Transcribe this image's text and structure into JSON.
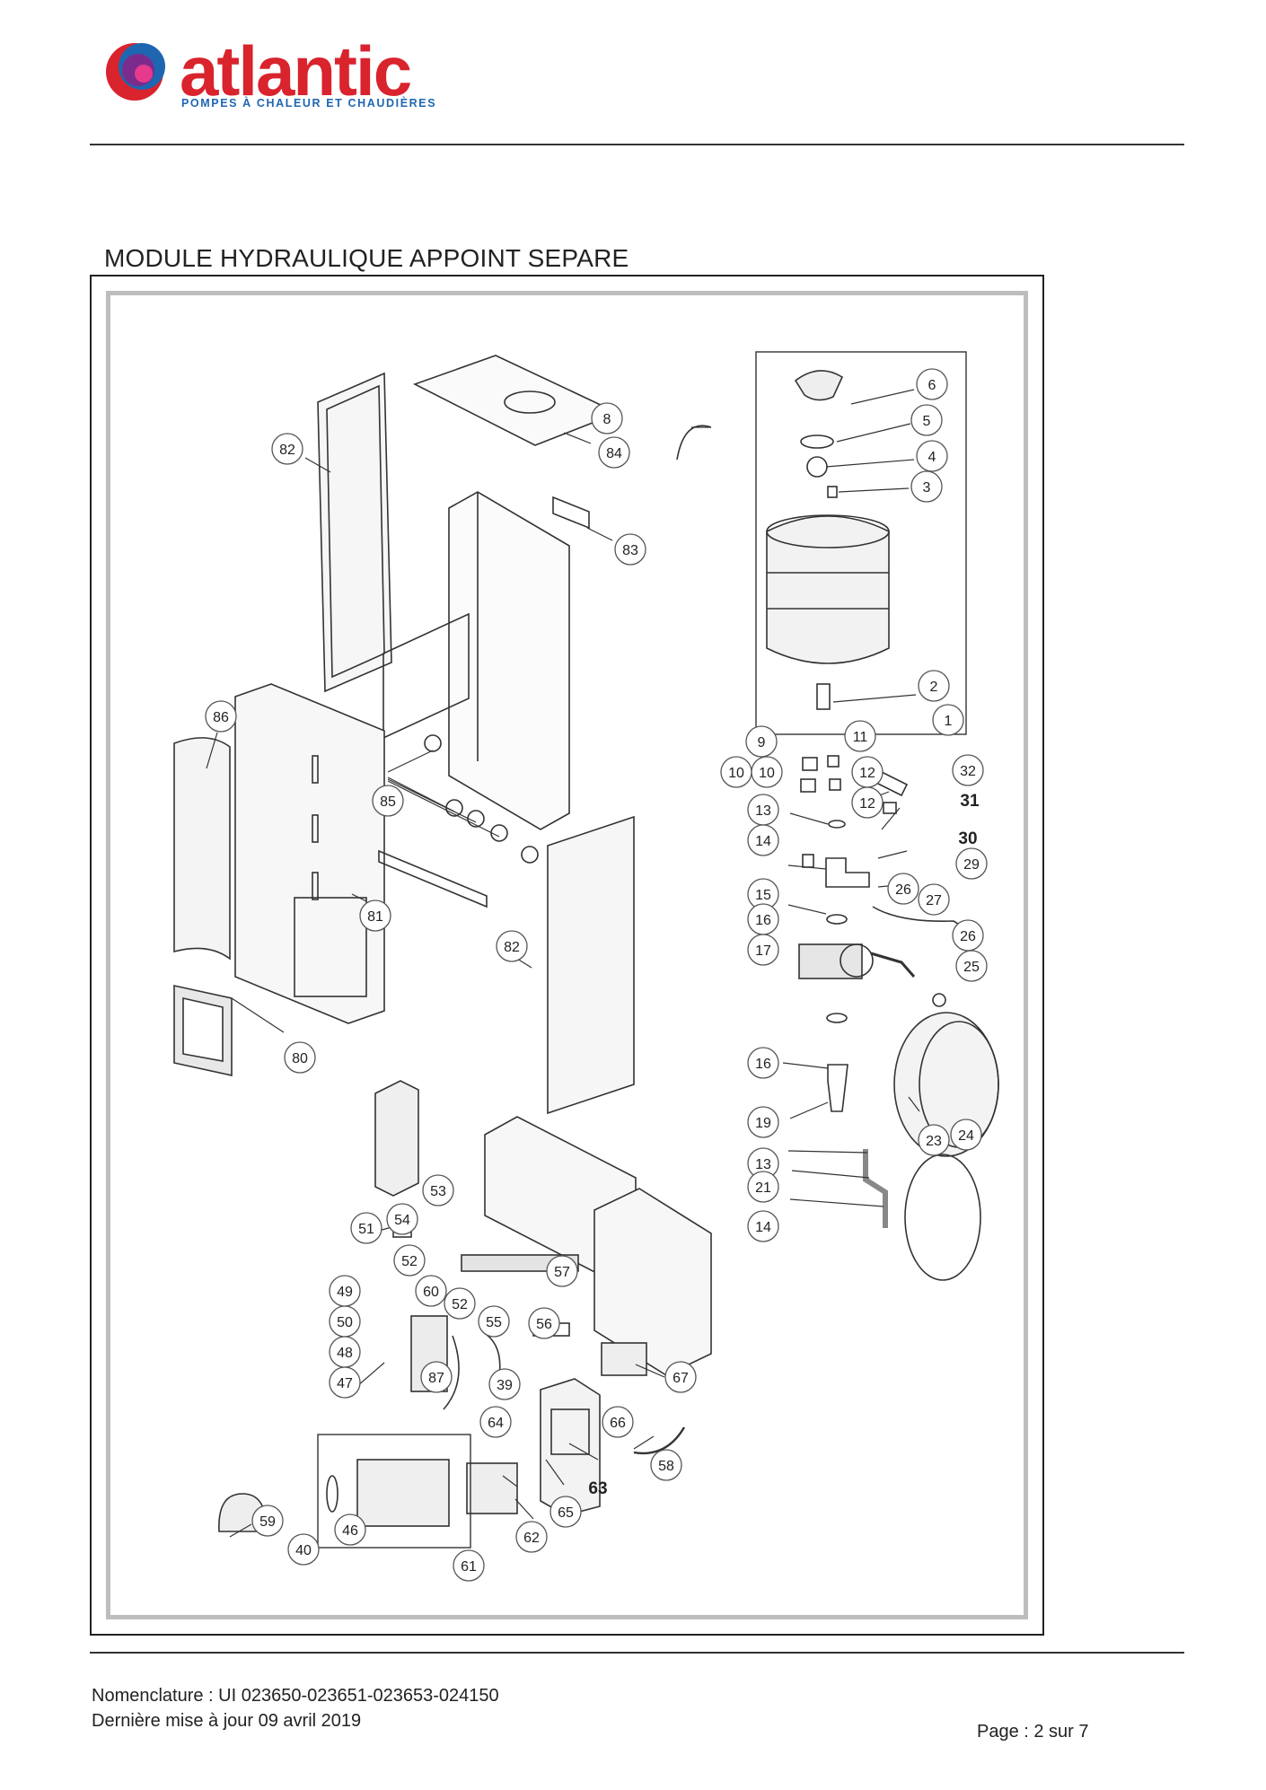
{
  "header": {
    "brand": "atlantic",
    "tagline": "POMPES À CHALEUR ET CHAUDIÈRES"
  },
  "title": "MODULE HYDRAULIQUE APPOINT SEPARE",
  "callouts": {
    "c1": "1",
    "c2": "2",
    "c3": "3",
    "c4": "4",
    "c5": "5",
    "c6": "6",
    "c8": "8",
    "c9": "9",
    "c10a": "10",
    "c10b": "10",
    "c11": "11",
    "c12a": "12",
    "c12b": "12",
    "c13a": "13",
    "c13b": "13",
    "c14a": "14",
    "c14b": "14",
    "c15": "15",
    "c16a": "16",
    "c16b": "16",
    "c17": "17",
    "c19": "19",
    "c21": "21",
    "c23": "23",
    "c24": "24",
    "c25": "25",
    "c26a": "26",
    "c26b": "26",
    "c27": "27",
    "c29": "29",
    "c30": "30",
    "c31": "31",
    "c32": "32",
    "c39": "39",
    "c40": "40",
    "c46": "46",
    "c47": "47",
    "c48": "48",
    "c49": "49",
    "c50": "50",
    "c51": "51",
    "c52a": "52",
    "c52b": "52",
    "c53": "53",
    "c54": "54",
    "c55": "55",
    "c56": "56",
    "c57": "57",
    "c58": "58",
    "c59": "59",
    "c60": "60",
    "c61": "61",
    "c62": "62",
    "c63": "63",
    "c64": "64",
    "c65": "65",
    "c66": "66",
    "c67": "67",
    "c80": "80",
    "c81": "81",
    "c82a": "82",
    "c82b": "82",
    "c83": "83",
    "c84": "84",
    "c85": "85",
    "c86": "86",
    "c87": "87"
  },
  "footer": {
    "nomenclature": "Nomenclature : UI 023650-023651-023653-024150",
    "updated": "Dernière mise à jour 09 avril 2019",
    "page": "Page : 2 sur 7"
  }
}
